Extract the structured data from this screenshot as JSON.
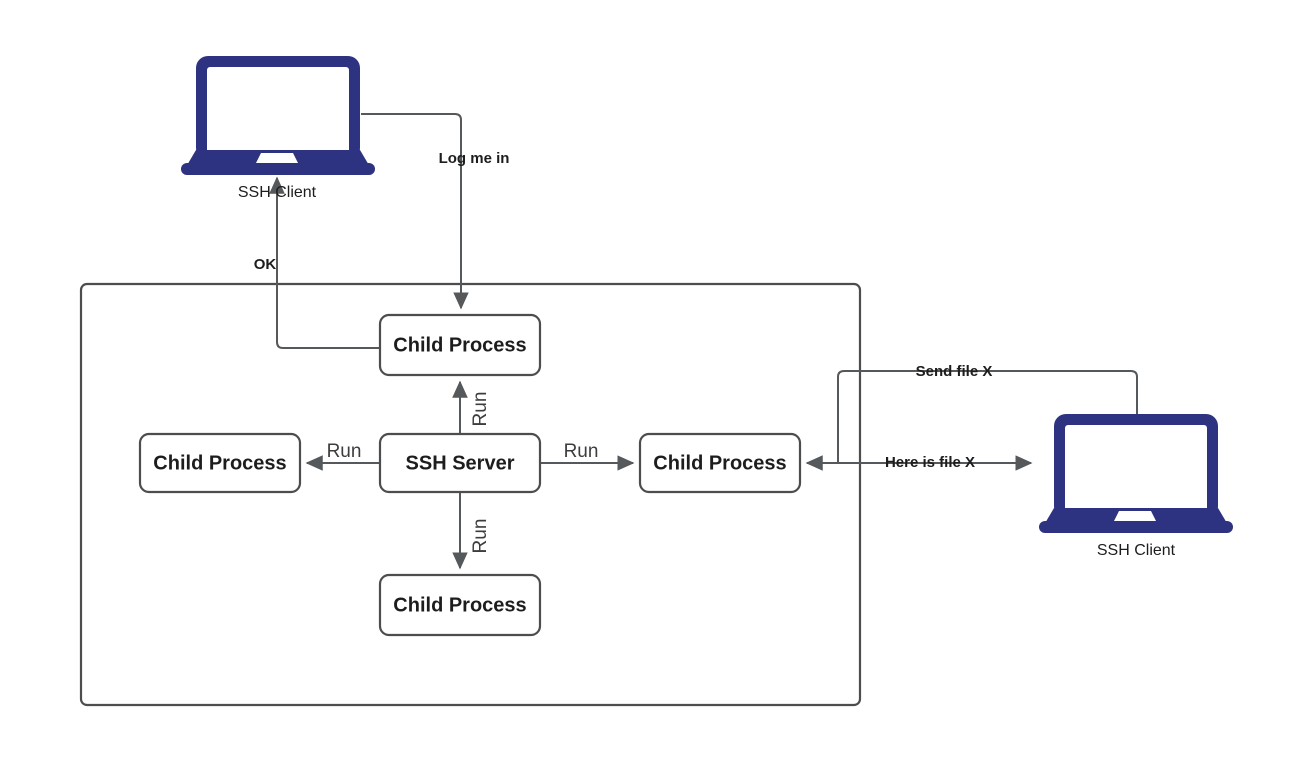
{
  "diagram": {
    "title": "SSH Server and Child Processes",
    "colors": {
      "device": "#2d3380",
      "box_stroke": "#4d4d4d",
      "connector": "#55595c",
      "text": "#1d1d1d",
      "background": "#ffffff"
    },
    "devices": [
      {
        "id": "client-top",
        "label": "SSH Client",
        "icon": "laptop-icon"
      },
      {
        "id": "client-right",
        "label": "SSH Client",
        "icon": "laptop-icon"
      }
    ],
    "container": {
      "label": ""
    },
    "nodes": [
      {
        "id": "child-top",
        "label": "Child Process"
      },
      {
        "id": "child-left",
        "label": "Child Process"
      },
      {
        "id": "ssh-server",
        "label": "SSH Server"
      },
      {
        "id": "child-right",
        "label": "Child Process"
      },
      {
        "id": "child-bottom",
        "label": "Child Process"
      }
    ],
    "edges": [
      {
        "id": "login",
        "label": "Log me in",
        "from": "client-top",
        "to": "child-top",
        "style": "bold"
      },
      {
        "id": "ok",
        "label": "OK",
        "from": "child-top",
        "to": "client-top",
        "style": "bold"
      },
      {
        "id": "run-up",
        "label": "Run",
        "from": "ssh-server",
        "to": "child-top",
        "style": "plain"
      },
      {
        "id": "run-left",
        "label": "Run",
        "from": "ssh-server",
        "to": "child-left",
        "style": "plain"
      },
      {
        "id": "run-right",
        "label": "Run",
        "from": "ssh-server",
        "to": "child-right",
        "style": "plain"
      },
      {
        "id": "run-down",
        "label": "Run",
        "from": "ssh-server",
        "to": "child-bottom",
        "style": "plain"
      },
      {
        "id": "send-file",
        "label": "Send file X",
        "from": "child-right",
        "to": "client-right",
        "style": "bold"
      },
      {
        "id": "here-is-file",
        "label": "Here is file X",
        "from": "client-right",
        "to": "child-right",
        "style": "bold"
      }
    ]
  }
}
